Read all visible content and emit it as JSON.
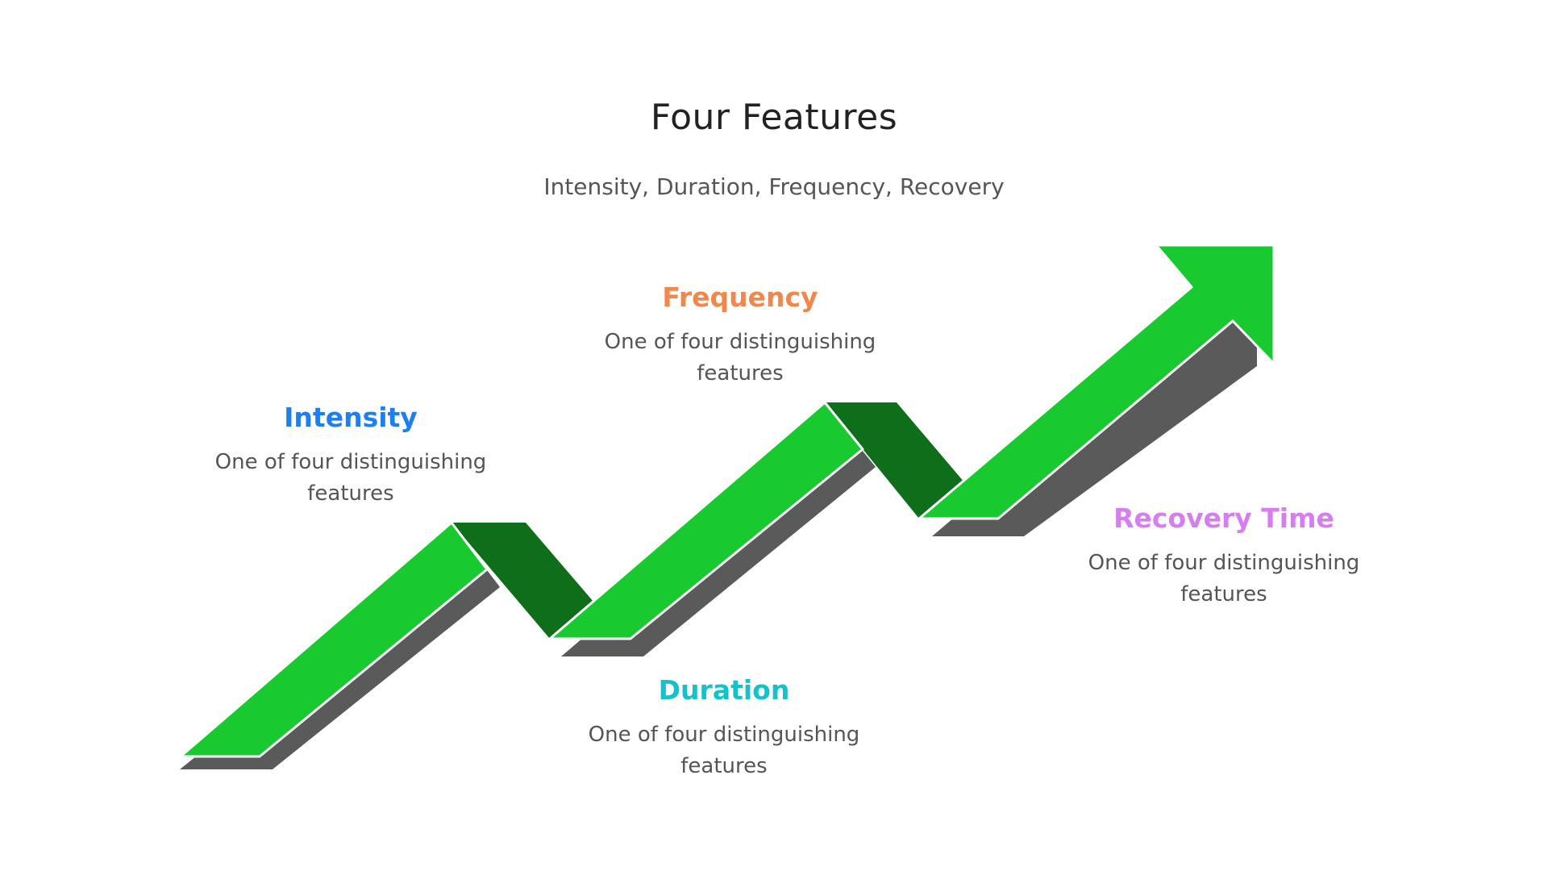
{
  "header": {
    "title": "Four Features",
    "subtitle": "Intensity, Duration, Frequency, Recovery"
  },
  "features": [
    {
      "title": "Intensity",
      "description": "One of four distinguishing features",
      "color": "#1e7ff0"
    },
    {
      "title": "Frequency",
      "description": "One of four distinguishing features",
      "color": "#f0874b"
    },
    {
      "title": "Duration",
      "description": "One of four distinguishing features",
      "color": "#14c2cc"
    },
    {
      "title": "Recovery Time",
      "description": "One of four distinguishing features",
      "color": "#d67ef0"
    }
  ],
  "colors": {
    "arrow_main": "#19c930",
    "arrow_fold": "#0e6e1a",
    "arrow_shadow": "#5a5a5a"
  },
  "icons": {
    "arrow": "zigzag-upward-arrow"
  }
}
